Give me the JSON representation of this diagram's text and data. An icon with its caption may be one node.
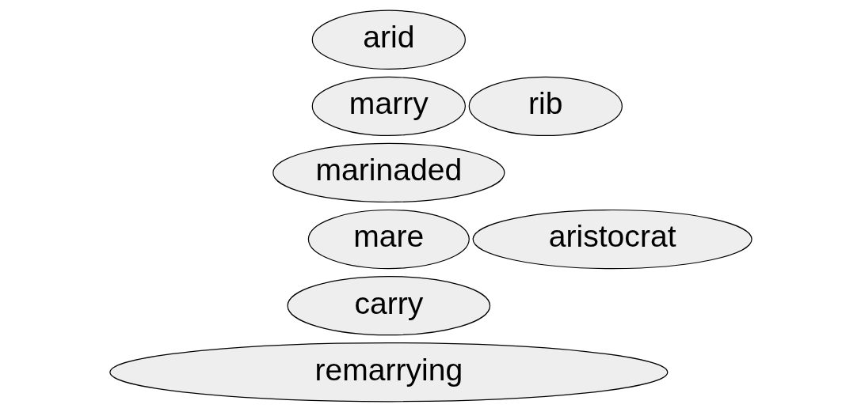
{
  "diagram": {
    "nodes": [
      {
        "text": [
          "arid"
        ]
      },
      {
        "text": [
          "marry"
        ]
      },
      {
        "text": [
          "rib"
        ]
      },
      {
        "text": [
          "marinaded"
        ]
      },
      {
        "text": [
          "mare"
        ]
      },
      {
        "text": [
          "aristocrat"
        ]
      },
      {
        "text": [
          "carry"
        ]
      },
      {
        "text": [
          "remarrying"
        ]
      }
    ]
  }
}
